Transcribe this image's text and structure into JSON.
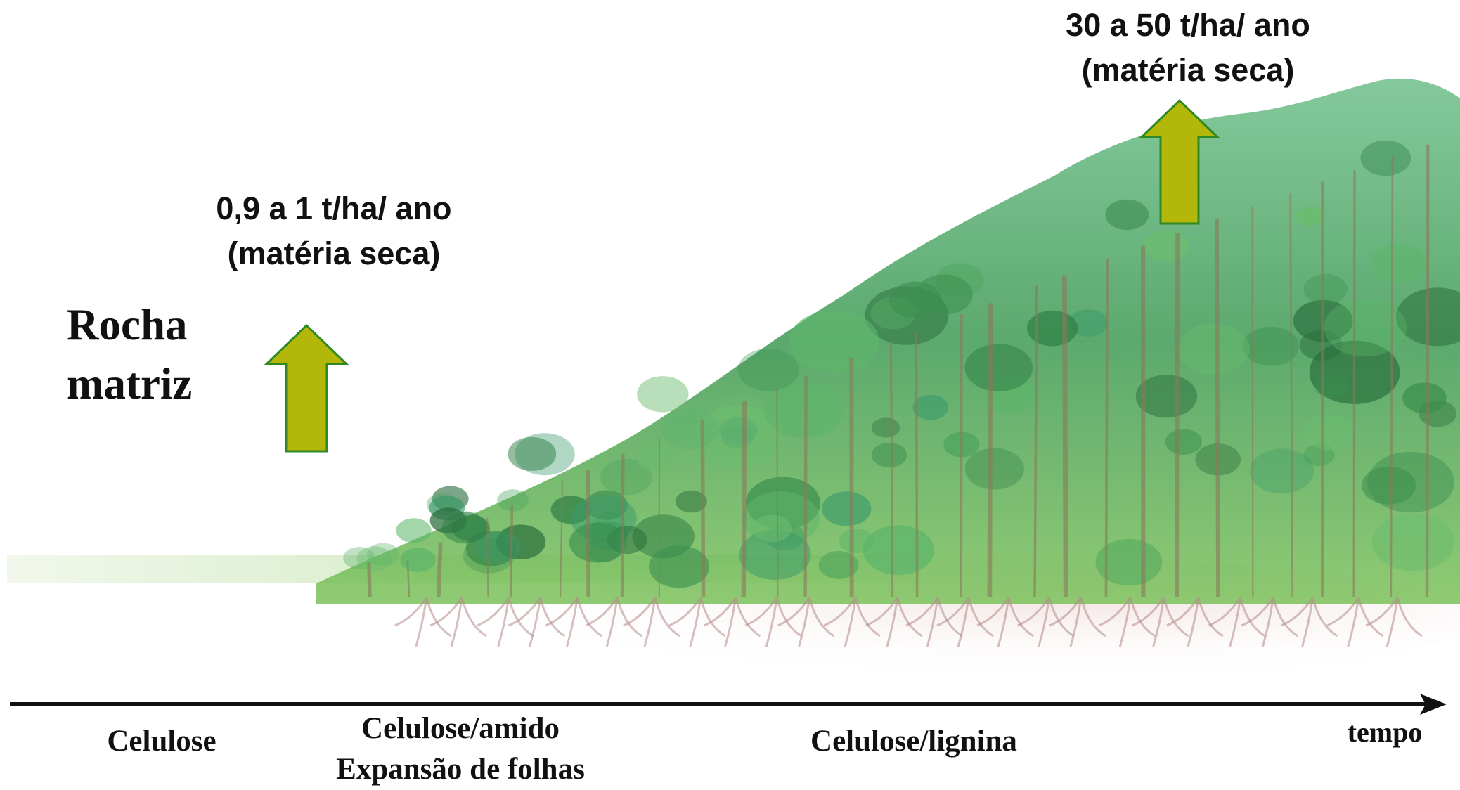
{
  "top_right": {
    "line1": "30 a 50 t/ha/ ano",
    "line2": "(matéria seca)"
  },
  "top_left": {
    "line1": "0,9 a 1 t/ha/ ano",
    "line2": "(matéria seca)"
  },
  "rock": {
    "line1": "Rocha",
    "line2": "matriz"
  },
  "axis": {
    "end_label": "tempo"
  },
  "stages": [
    {
      "label": "Celulose"
    },
    {
      "label": "Celulose/amido",
      "sub": "Expansão de folhas"
    },
    {
      "label": "Celulose/lignina"
    }
  ],
  "colors": {
    "arrow_fill": "#b3b70a",
    "arrow_stroke": "#2f8a25",
    "axis": "#111111",
    "forest_dark": "#2f7f46",
    "forest_light": "#a8d8a0",
    "root": "#b58a8a"
  }
}
